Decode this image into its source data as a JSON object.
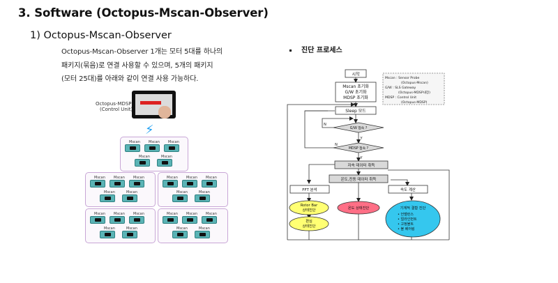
{
  "section": {
    "title": "3. Software (Octopus-Mscan-Observer)",
    "subtitle": "1) Octopus-Mscan-Observer",
    "description_lines": [
      "Octopus-Mscan-Observer 1개는 모터 5대를 하나의",
      "패키지(묶음)로 연결 사용할 수 있으며, 5개의 패키지",
      "(모터 25대)를 아래와 같이 연결 사용 가능하다."
    ]
  },
  "figure_left": {
    "device_caption": [
      "Octopus-MDSP",
      "(Control Unit)"
    ],
    "module_label": "Mscan"
  },
  "figure_right": {
    "bullet_title": "진단 프로세스",
    "legend": [
      "Mscan : Sensor Probe",
      "(Octopus-Mscan)",
      "G/W    : SLS Gateway",
      "(Octopus-MDSP내장)",
      "MDSP : Control Unit",
      "(Octopus-MDSP)"
    ],
    "flow": {
      "start": "시작",
      "init": [
        "Mscan 초기화",
        "G/W 초기화",
        "MDSP 초기화"
      ],
      "sleep": "Sleep 모드",
      "gw_decision": "G/W 접속 ?",
      "mdsp_decision": "MDSP 접속 ?",
      "no_label": "N",
      "yes_label": "Y",
      "magnetic": "자속 데이터 취득",
      "temp_vib": "온도,진동 데이터 취득",
      "fft": "FFT 분석",
      "speed": "속도 계산",
      "rotor": [
        "Rotor Bar",
        "상태진단"
      ],
      "eccentric": [
        "편심",
        "상태진단"
      ],
      "temp_state": "온도 상태진단",
      "mech": [
        "기계적 결함 진단",
        "• 언밸런스",
        "• 얼라인먼트",
        "• 고정볼트",
        "• 볼 베어링"
      ]
    }
  },
  "colors": {
    "yellow": "#ffff73",
    "pink": "#ff6f86",
    "cyan": "#35c7ee",
    "gray_fill": "#d9d9d9",
    "package_border": "#c8a6d6",
    "module": "#5ab3b5",
    "bolt": "#21a0f2"
  }
}
